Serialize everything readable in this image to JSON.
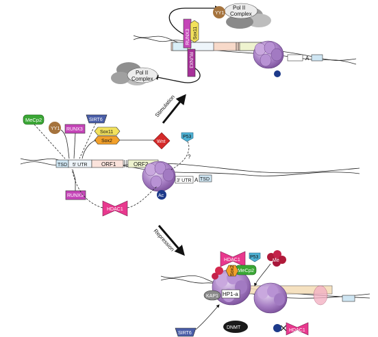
{
  "diagram": {
    "top": {
      "yy1": "YY1",
      "pol_complex_right": [
        "Pol II",
        "Complex"
      ],
      "pol_complex_left": [
        "Pol II",
        "Complex"
      ],
      "runx3": "RUNX3",
      "sox11": "Sox11",
      "runx3_flip": "RUNX3",
      "a": "A"
    },
    "stimulation": "Stimulation",
    "repression": "Repression",
    "middle": {
      "mecp2": "MeCp2",
      "yy1": "YY1",
      "runx3": "RUNX3",
      "sirt6": "SIRT6",
      "sox11": "Sox11",
      "sox2": "Sox2",
      "wnt": "Wnt",
      "p53": "P53",
      "tsd_left": "TSD",
      "utr5": "5' UTR",
      "orf1": "ORF1",
      "orf2": "ORF2",
      "utr3": "3' UTR",
      "a": "A",
      "tsd_right": "TSD",
      "question": "?",
      "runx3_below": "RUNX3",
      "hdac1": "HDAC1",
      "ac": "Ac"
    },
    "bottom": {
      "hdac1": "HDAC1",
      "p53": "P53",
      "mecp2": "MeCp2",
      "me": "Me",
      "sox2": "Sox2",
      "kap1": "KAP1",
      "hp1a": "HP1-a",
      "sirt6": "SIRT6",
      "dnmt": "DNMT",
      "hdac1_low": "HDAC1"
    }
  }
}
